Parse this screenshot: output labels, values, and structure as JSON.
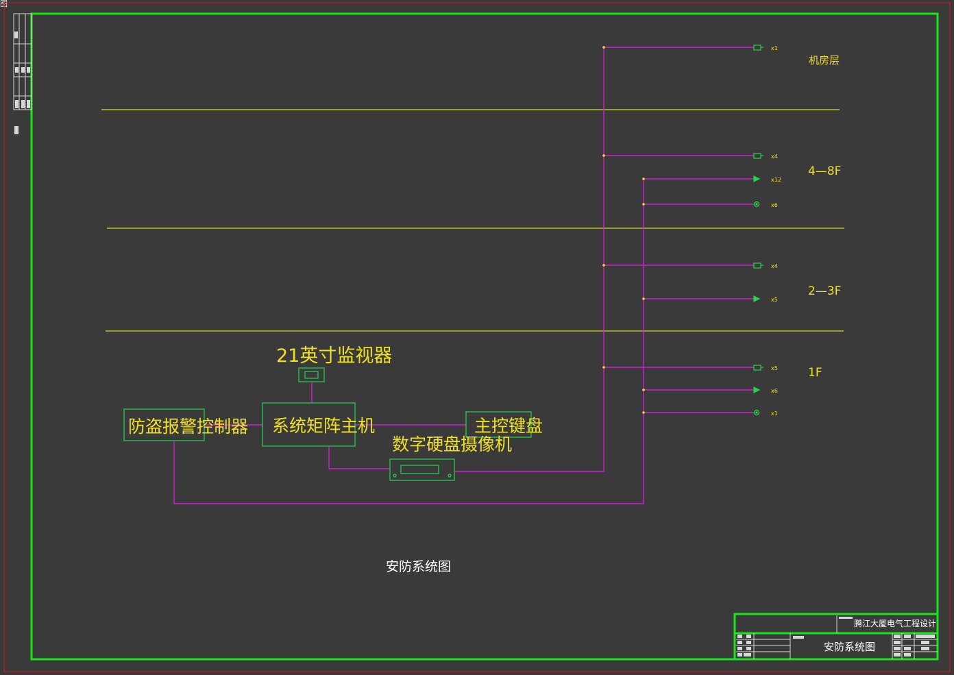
{
  "corner_glyph": "图",
  "colors": {
    "background": "#3a3a3a",
    "sheet_border": "#c02020",
    "frame": "#19e619",
    "floor_line": "#d9d919",
    "wire": "#d21fd2",
    "device": "#21d64a",
    "label": "#f0e020",
    "title": "#ffffff",
    "junction": "#f0e020"
  },
  "floors": {
    "roof": "机房层",
    "f4_8": "4—8F",
    "f2_3": "2—3F",
    "f1": "1F"
  },
  "devices": {
    "monitor": "21英寸监视器",
    "alarm_controller": "防盗报警控制器",
    "matrix_host": "系统矩阵主机",
    "keyboard": "主控键盘",
    "dvr": "数字硬盘摄像机"
  },
  "counts": {
    "roof_camera": "x1",
    "f4_8_camera": "x4",
    "f4_8_detector": "x12",
    "f4_8_button": "x6",
    "f2_3_camera": "x4",
    "f2_3_detector": "x5",
    "f1_camera": "x5",
    "f1_detector": "x6",
    "f1_button": "x1"
  },
  "drawing_title": "安防系统图",
  "title_block": {
    "project": "腾江大厦电气工程设计",
    "drawing_name": "安防系统图"
  }
}
